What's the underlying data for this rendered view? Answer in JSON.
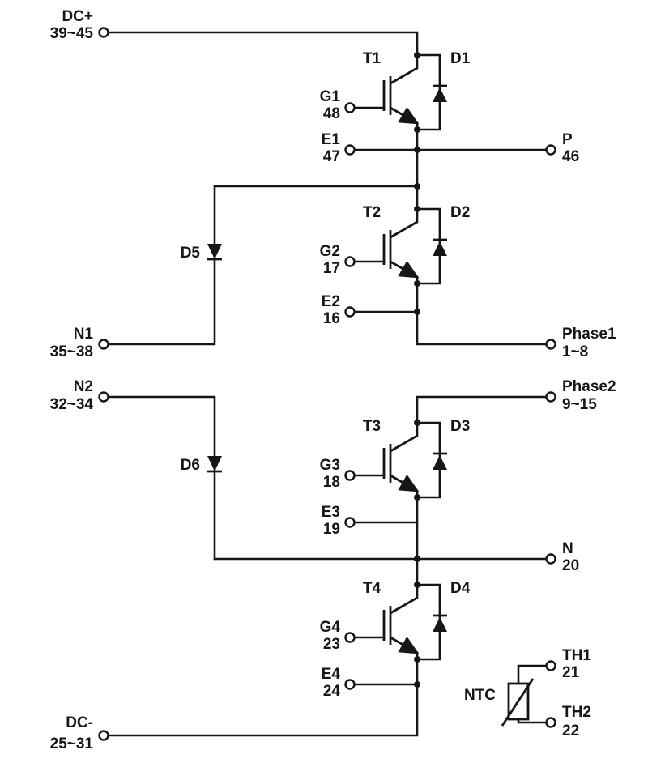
{
  "schematic": {
    "colors": {
      "ink": "#161616",
      "background": "#ffffff"
    },
    "components": {
      "t1": {
        "label": "T1"
      },
      "t2": {
        "label": "T2"
      },
      "t3": {
        "label": "T3"
      },
      "t4": {
        "label": "T4"
      },
      "d1": {
        "label": "D1"
      },
      "d2": {
        "label": "D2"
      },
      "d3": {
        "label": "D3"
      },
      "d4": {
        "label": "D4"
      },
      "d5": {
        "label": "D5"
      },
      "d6": {
        "label": "D6"
      },
      "ntc": {
        "label": "NTC"
      }
    },
    "terminals": {
      "dc_plus": {
        "label": "DC+",
        "pins": "39~45"
      },
      "dc_minus": {
        "label": "DC-",
        "pins": "25~31"
      },
      "g1": {
        "label": "G1",
        "pins": "48"
      },
      "e1": {
        "label": "E1",
        "pins": "47"
      },
      "p": {
        "label": "P",
        "pins": "46"
      },
      "g2": {
        "label": "G2",
        "pins": "17"
      },
      "e2": {
        "label": "E2",
        "pins": "16"
      },
      "n1": {
        "label": "N1",
        "pins": "35~38"
      },
      "phase1": {
        "label": "Phase1",
        "pins": "1~8"
      },
      "n2": {
        "label": "N2",
        "pins": "32~34"
      },
      "phase2": {
        "label": "Phase2",
        "pins": "9~15"
      },
      "g3": {
        "label": "G3",
        "pins": "18"
      },
      "e3": {
        "label": "E3",
        "pins": "19"
      },
      "n": {
        "label": "N",
        "pins": "20"
      },
      "g4": {
        "label": "G4",
        "pins": "23"
      },
      "e4": {
        "label": "E4",
        "pins": "24"
      },
      "th1": {
        "label": "TH1",
        "pins": "21"
      },
      "th2": {
        "label": "TH2",
        "pins": "22"
      }
    }
  }
}
